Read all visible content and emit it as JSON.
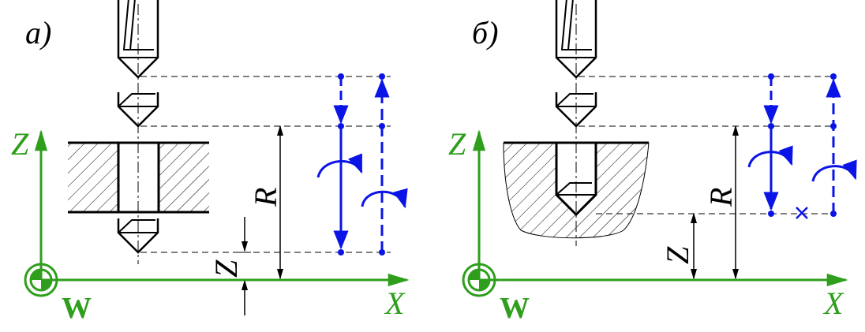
{
  "colors": {
    "ink": "#000000",
    "axis": "#2e9e1c",
    "path": "#0a14e6"
  },
  "panels": [
    {
      "label": "а)",
      "axis_z_label": "Z",
      "axis_x_label": "X",
      "origin_label": "W",
      "dim_r_label": "R",
      "dim_z_label": "Z"
    },
    {
      "label": "б)",
      "axis_z_label": "Z",
      "axis_x_label": "X",
      "origin_label": "W",
      "dim_r_label": "R",
      "dim_z_label": "Z"
    }
  ]
}
